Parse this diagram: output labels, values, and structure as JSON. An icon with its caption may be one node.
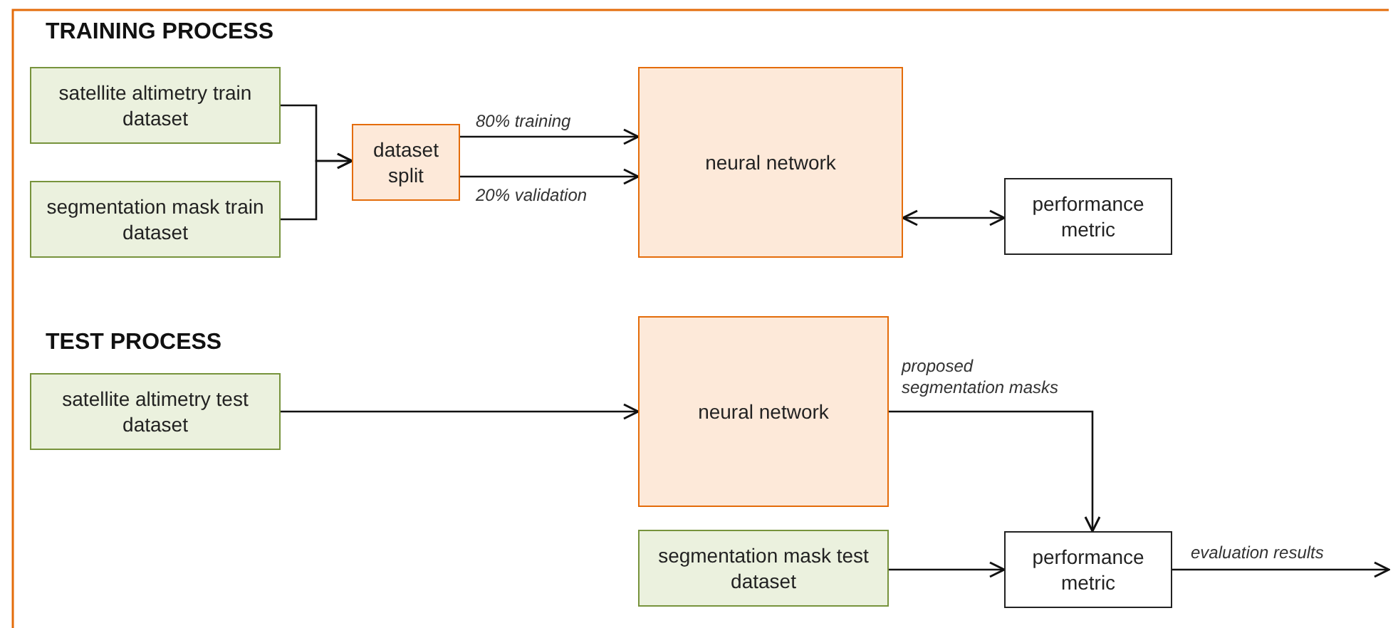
{
  "diagram": {
    "nodes": [
      {
        "text": [
          "satellite altimetry train dataset"
        ]
      },
      {
        "text": [
          "segmentation mask train dataset"
        ]
      },
      {
        "text": [
          "dataset split"
        ]
      },
      {
        "text": [
          "neural network"
        ]
      },
      {
        "text": [
          "performance metric"
        ]
      },
      {
        "text": [
          "satellite altimetry test dataset"
        ]
      },
      {
        "text": [
          "neural network"
        ]
      },
      {
        "text": [
          "segmentation mask test dataset"
        ]
      },
      {
        "text": [
          "performance metric"
        ]
      }
    ],
    "edges": [
      {
        "from": 0,
        "to": 2,
        "arrow": "to"
      },
      {
        "from": 1,
        "to": 2,
        "arrow": "to"
      },
      {
        "from": 2,
        "to": 3,
        "arrow": "to",
        "label": "80% training"
      },
      {
        "from": 2,
        "to": 3,
        "arrow": "to",
        "label": "20% validation"
      },
      {
        "from": 3,
        "to": 4,
        "arrow": "both"
      },
      {
        "from": 5,
        "to": 6,
        "arrow": "to"
      },
      {
        "from": 6,
        "to": 8,
        "arrow": "to",
        "label": "proposed segmentation masks"
      },
      {
        "from": 7,
        "to": 8,
        "arrow": "to"
      },
      {
        "from": 8,
        "to": null,
        "arrow": "to",
        "label": "evaluation results"
      }
    ],
    "labels": [
      "TRAINING PROCESS",
      "TEST PROCESS"
    ]
  }
}
